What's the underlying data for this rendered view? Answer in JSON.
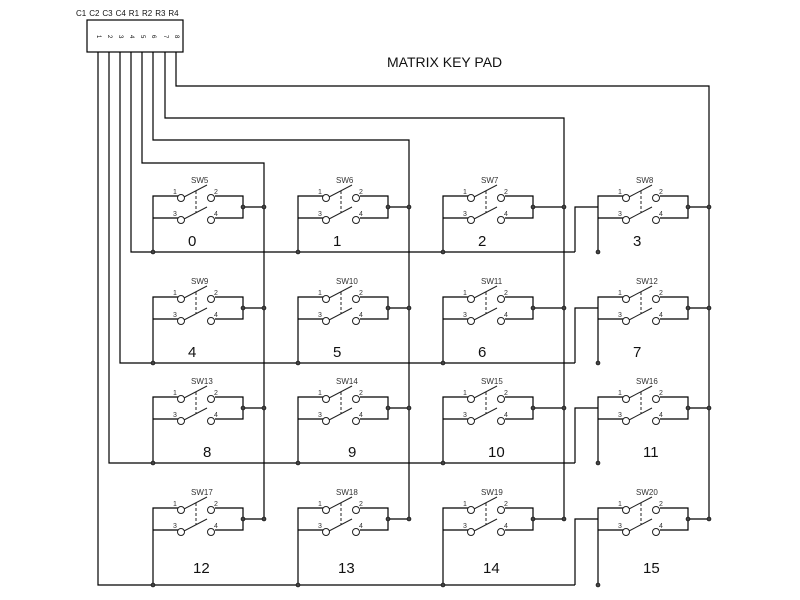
{
  "title": "MATRIX KEY PAD",
  "connector": {
    "labels": [
      "C1",
      "C2",
      "C3",
      "C4",
      "R1",
      "R2",
      "R3",
      "R4"
    ],
    "pins": [
      "1",
      "2",
      "3",
      "4",
      "5",
      "6",
      "7",
      "8"
    ]
  },
  "switch_terminals": [
    "1",
    "2",
    "3",
    "4"
  ],
  "keys": [
    {
      "switch": "SW5",
      "key": "0"
    },
    {
      "switch": "SW6",
      "key": "1"
    },
    {
      "switch": "SW7",
      "key": "2"
    },
    {
      "switch": "SW8",
      "key": "3"
    },
    {
      "switch": "SW9",
      "key": "4"
    },
    {
      "switch": "SW10",
      "key": "5"
    },
    {
      "switch": "SW11",
      "key": "6"
    },
    {
      "switch": "SW12",
      "key": "7"
    },
    {
      "switch": "SW13",
      "key": "8"
    },
    {
      "switch": "SW14",
      "key": "9"
    },
    {
      "switch": "SW15",
      "key": "10"
    },
    {
      "switch": "SW16",
      "key": "11"
    },
    {
      "switch": "SW17",
      "key": "12"
    },
    {
      "switch": "SW18",
      "key": "13"
    },
    {
      "switch": "SW19",
      "key": "14"
    },
    {
      "switch": "SW20",
      "key": "15"
    }
  ],
  "colors": {
    "wire": "#000000",
    "text": "#111111"
  }
}
